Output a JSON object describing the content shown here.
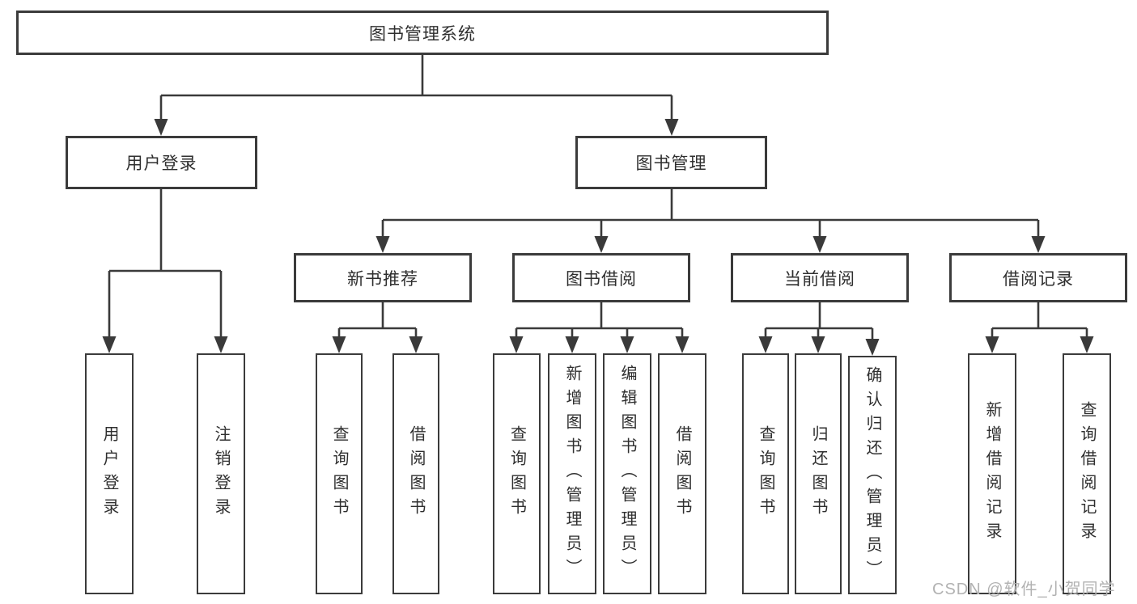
{
  "diagram": {
    "title": "图书管理系统",
    "level2": {
      "user_login": "用户登录",
      "book_mgmt": "图书管理"
    },
    "level3": {
      "new_books": "新书推荐",
      "borrowing": "图书借阅",
      "current": "当前借阅",
      "records": "借阅记录"
    },
    "leaves": {
      "user_login": [
        "用户登录",
        "注销登录"
      ],
      "new_books": [
        "查询图书",
        "借阅图书"
      ],
      "borrowing": [
        "查询图书",
        "新增图书（管理员）",
        "编辑图书（管理员）",
        "借阅图书"
      ],
      "current": [
        "查询图书",
        "归还图书",
        "确认归还（管理员）"
      ],
      "records": [
        "新增借阅记录",
        "查询借阅记录"
      ]
    },
    "watermark": "CSDN @软件_小贺同学",
    "colors": {
      "line": "#3a3a3a",
      "text": "#2f2f2f",
      "background": "#ffffff",
      "watermark": "#b2b2b2"
    }
  }
}
